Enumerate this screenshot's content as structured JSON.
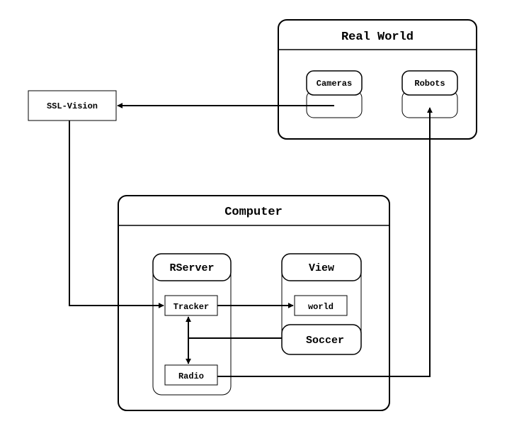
{
  "real_world": {
    "title": "Real World",
    "cameras": "Cameras",
    "robots": "Robots"
  },
  "ssl_vision": "SSL-Vision",
  "computer": {
    "title": "Computer",
    "rserver": {
      "title": "RServer",
      "tracker": "Tracker",
      "radio": "Radio"
    },
    "view": {
      "title": "View",
      "world": "world",
      "soccer": "Soccer"
    }
  },
  "colors": {
    "stroke": "#000000",
    "fill": "#ffffff"
  }
}
